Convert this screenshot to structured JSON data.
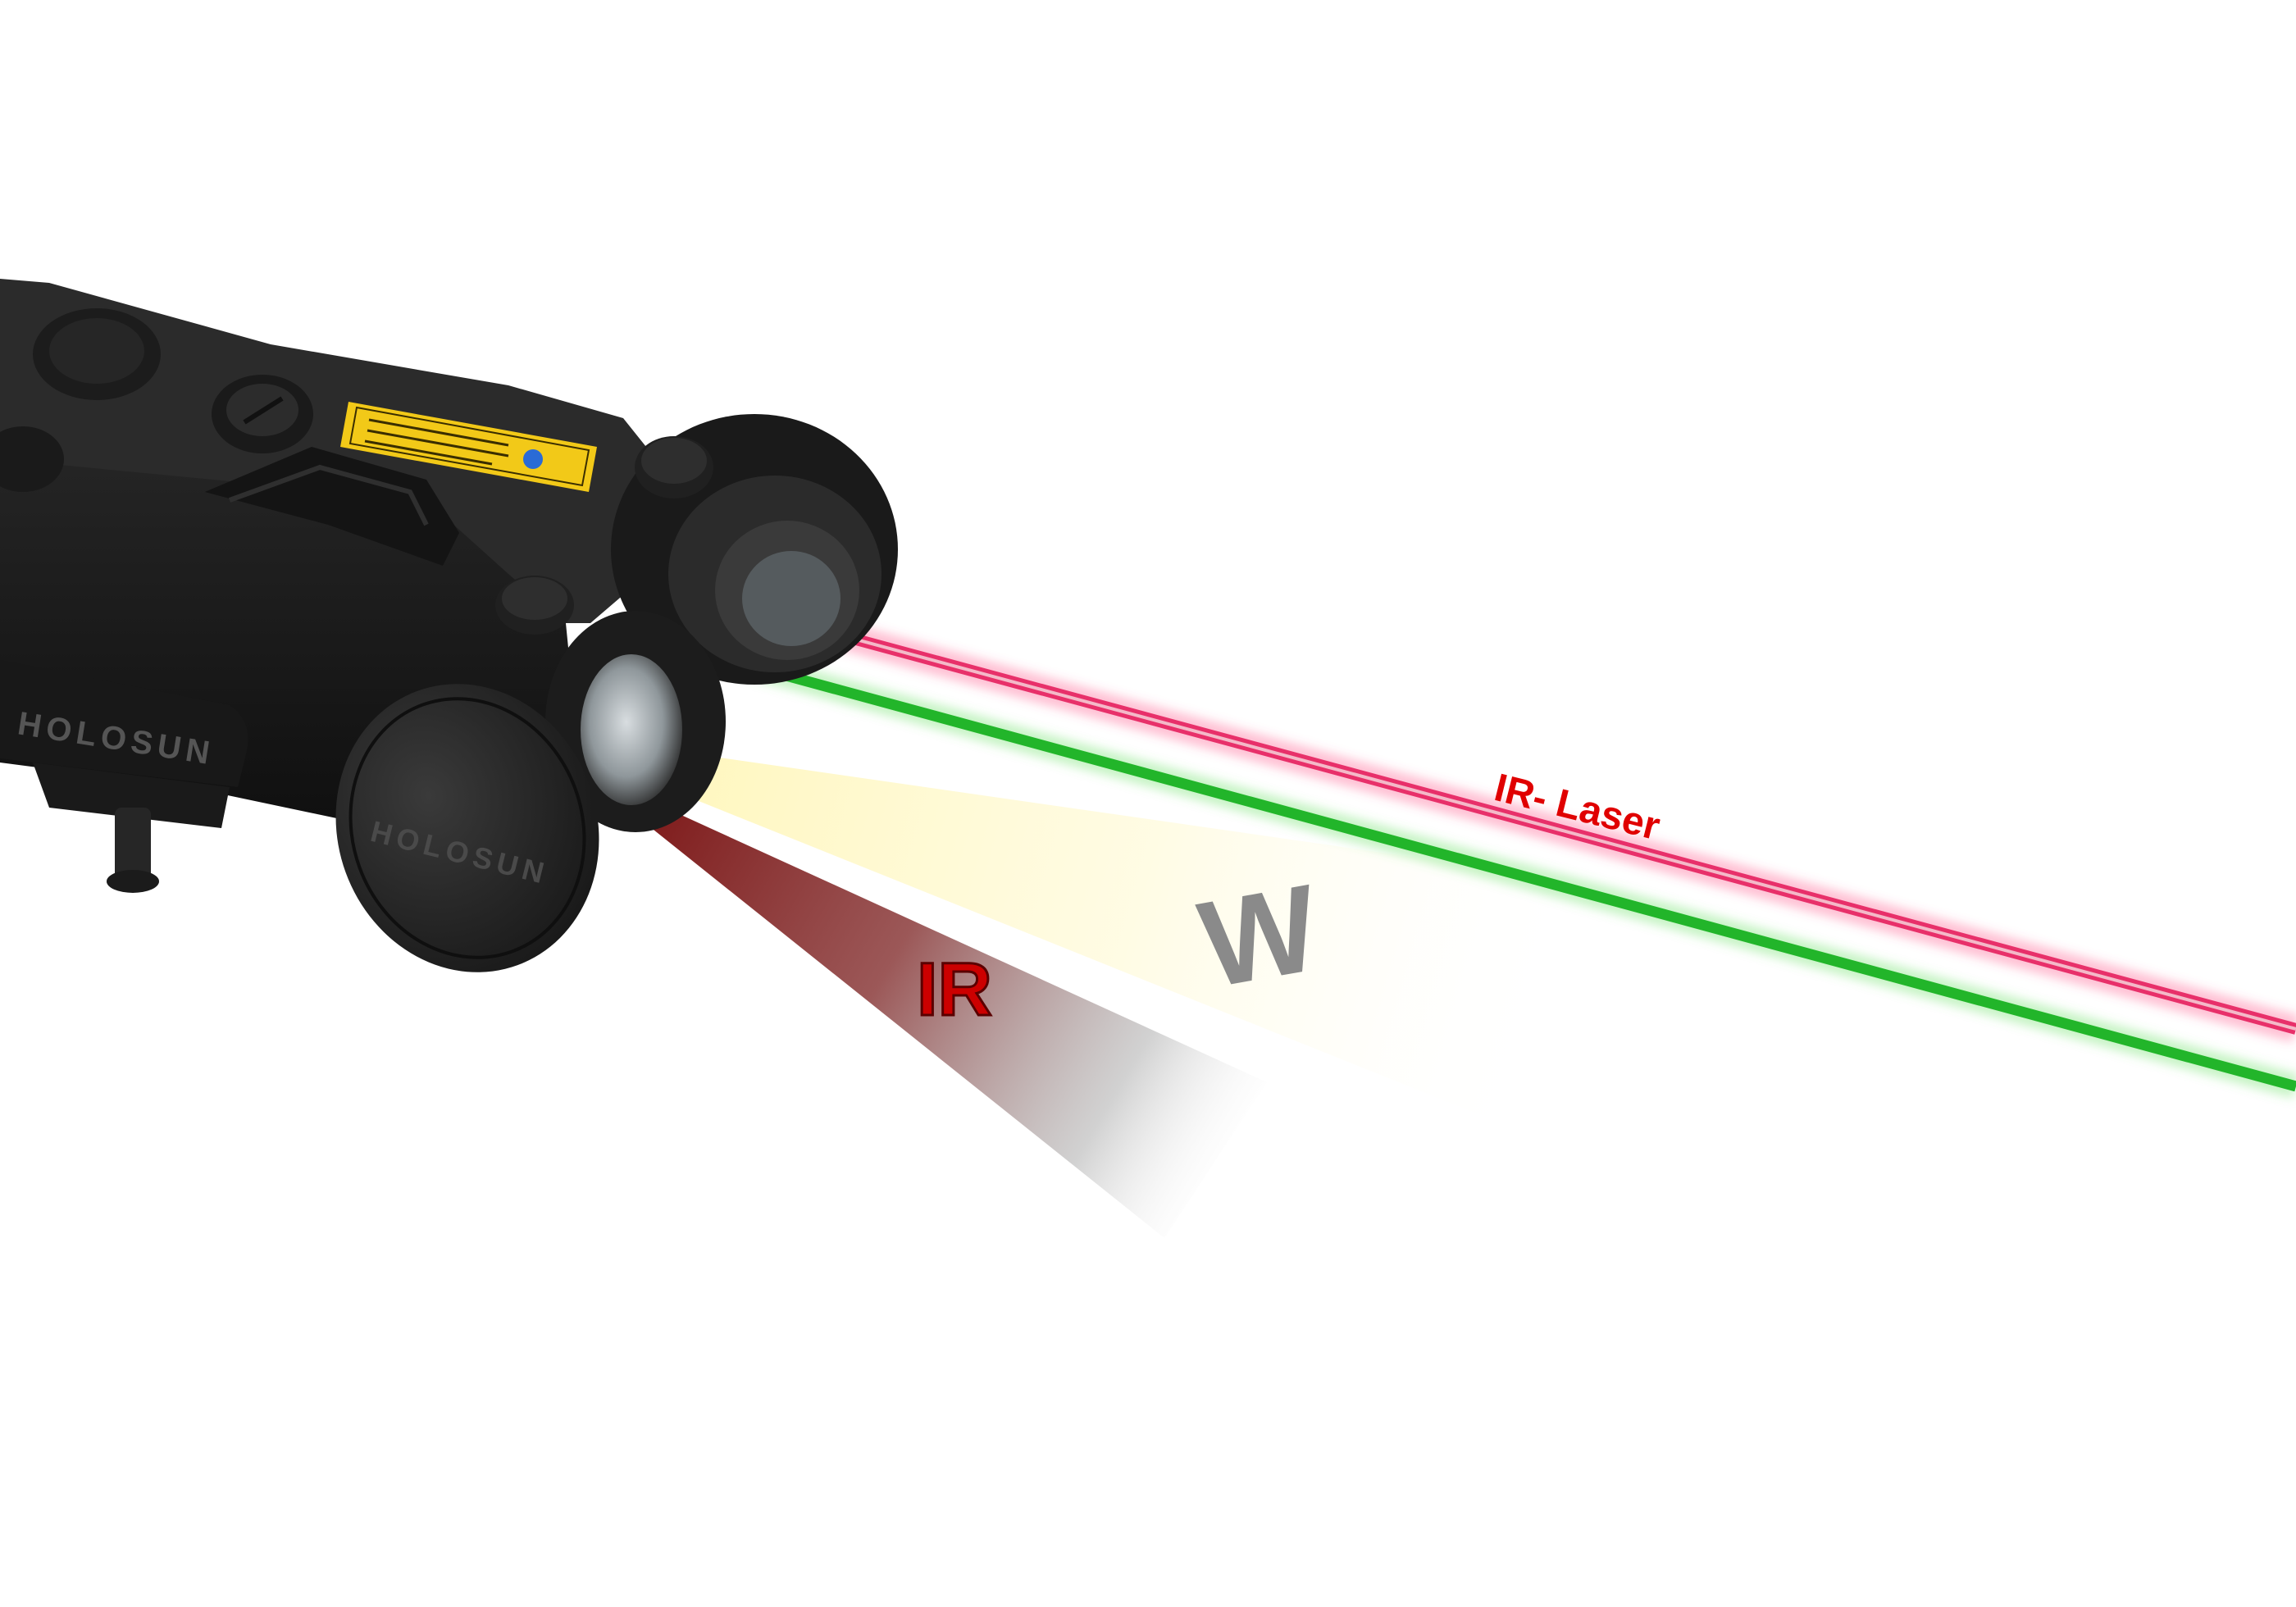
{
  "labels": {
    "ir_laser": "IR- Laser",
    "white_light": "W",
    "infrared": "IR"
  },
  "device": {
    "brand_side": "HOLOSUN",
    "brand_cap": "HOLOSUN"
  },
  "colors": {
    "ir_laser_beam": "#e8306a",
    "visible_laser_beam": "#22b52a",
    "white_light_cone": "#fff6b8",
    "ir_illuminator_cone": "#8b1a1a",
    "ir_laser_label": "#e00000",
    "white_label": "#8a8a8a",
    "ir_label": "#cc0000",
    "device_body": "#1e1e1e"
  }
}
